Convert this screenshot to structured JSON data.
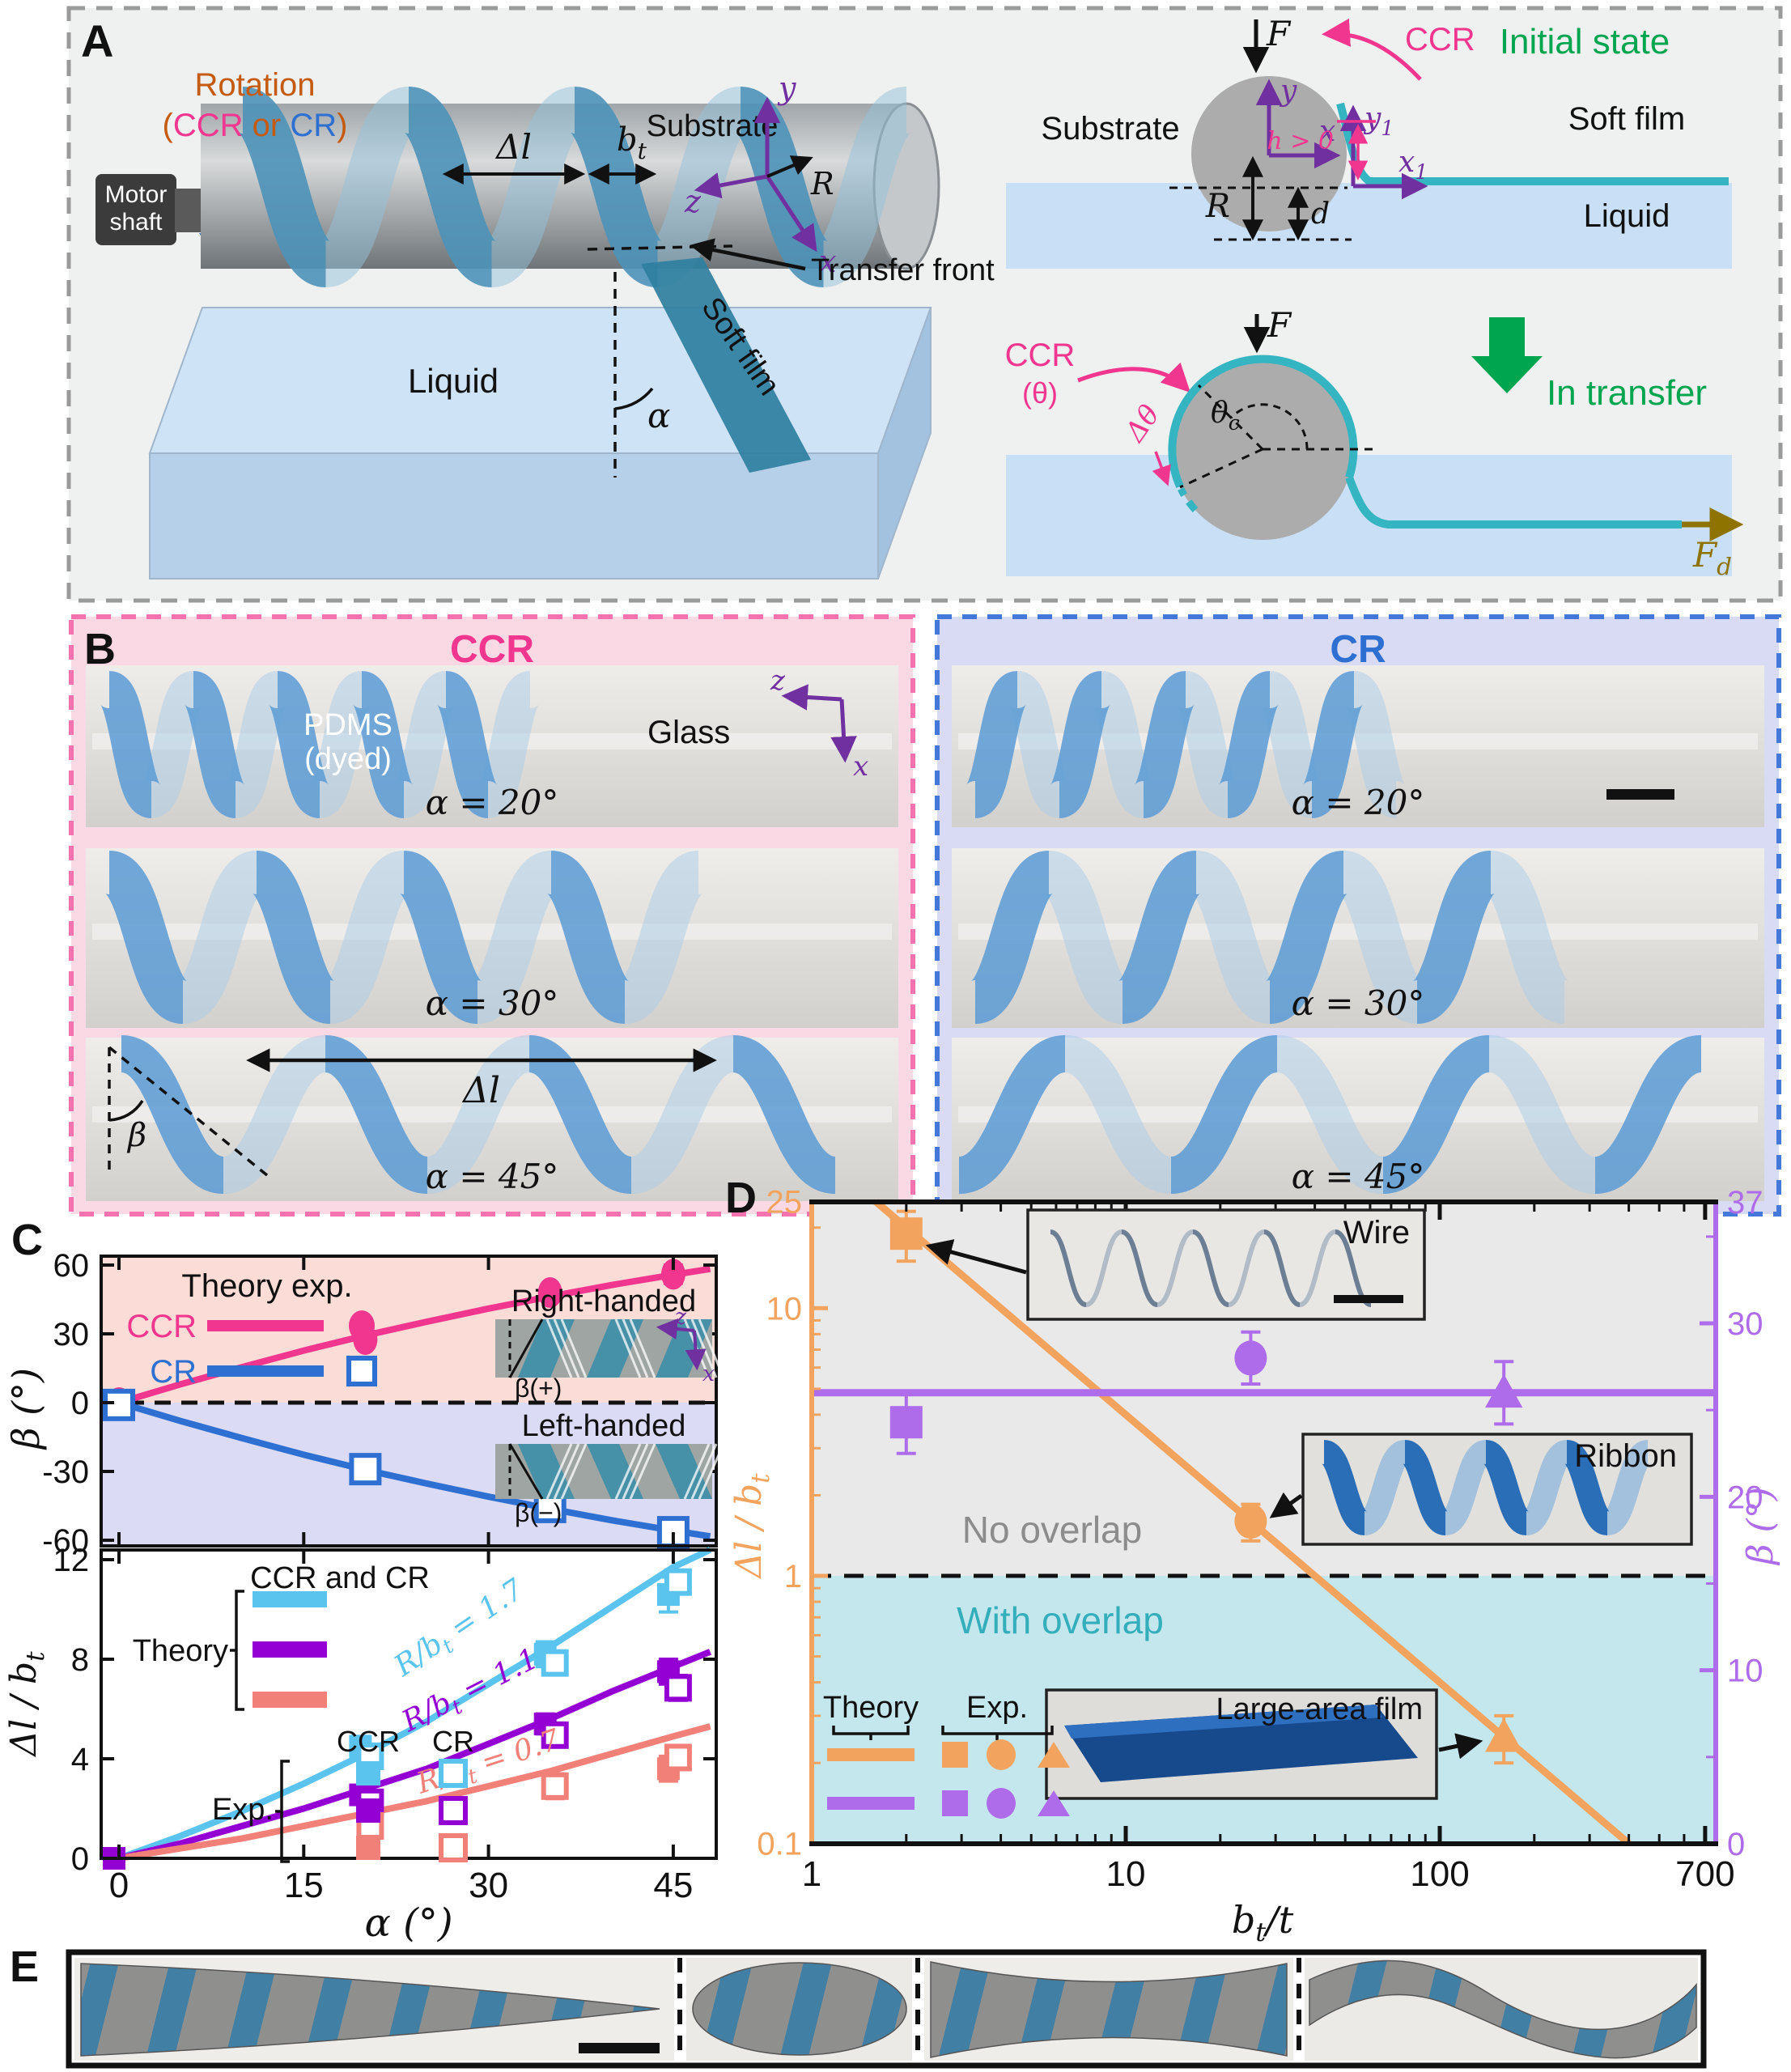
{
  "colors": {
    "ccr_pink": "#F0368E",
    "cr_blue": "#2E6FD2",
    "rotation_orange": "#C55A11",
    "green": "#00A550",
    "axis_purple": "#7030A0",
    "fd_olive": "#8F7300",
    "film_teal": "#35B5C1",
    "ccr_box_bg": "#FBD9E4",
    "ccr_box_border": "#F473AE",
    "cr_box_bg": "#D9DAF3",
    "cr_box_border": "#4479D9",
    "c_top_bg_pink": "#FBDCD6",
    "c_top_bg_lavender": "#DBDBF5",
    "cyan": "#5BC4EE",
    "purple": "#9400D3",
    "salmon": "#F08078",
    "d_orange": "#F2A35E",
    "d_purple": "#AE6CEA",
    "d_gray_bg": "#E9E9E9",
    "d_cyan_bg": "#C4E7EE",
    "no_overlap_gray": "#8C8C8C",
    "with_overlap_teal": "#35AEBB"
  },
  "a": {
    "letter": "A",
    "rotation_line1": "Rotation",
    "paren_open": "(",
    "ccr": "CCR",
    "or": " or ",
    "cr": "CR",
    "paren_close": ")",
    "motor_line1": "Motor",
    "motor_line2": "shaft",
    "substrate": "Substrate",
    "liquid": "Liquid",
    "delta_l": "Δl",
    "b_main": "b",
    "b_sub": "t",
    "transfer_front": "Transfer front",
    "soft_film": "Soft film",
    "alpha": "α",
    "axis_y": "y",
    "axis_z": "z",
    "axis_x": "x",
    "radius": "R",
    "init": {
      "F": "F",
      "ccr": "CCR",
      "title": "Initial state",
      "substrate": "Substrate",
      "x": "x",
      "y": "y",
      "x1": "x",
      "x1s": "1",
      "y1": "y",
      "y1s": "1",
      "h": "h > 0",
      "R": "R",
      "d": "d",
      "soft_film": "Soft film",
      "liquid": "Liquid"
    },
    "trans": {
      "ccr": "CCR",
      "theta": "(θ)",
      "F": "F",
      "dtheta": "Δθ",
      "theta_c": "θ",
      "theta_c_sub": "c",
      "title": "In transfer",
      "Fd": "F",
      "Fd_sub": "d"
    }
  },
  "b": {
    "letter": "B",
    "ccr_header": "CCR",
    "cr_header": "CR",
    "pdms1": "PDMS",
    "pdms2": "(dyed)",
    "glass": "Glass",
    "z": "z",
    "x": "x",
    "cap20": "α = 20°",
    "cap30": "α = 30°",
    "cap45": "α = 45°",
    "beta": "β",
    "delta_l": "Δl"
  },
  "c": {
    "letter": "C",
    "top": {
      "ylabel": "β (°)",
      "legend_header": "Theory exp.",
      "ccr": "CCR",
      "cr": "CR",
      "right_handed": "Right-handed",
      "beta_plus": "β(+)",
      "left_handed": "Left-handed",
      "beta_minus": "β(−)",
      "z": "z",
      "x": "x"
    },
    "bottom": {
      "ylabel_pre": "Δl / b",
      "ylabel_sub": "t",
      "xlabel": "α (°)",
      "legend_header": "CCR and CR",
      "theory": "Theory",
      "exp": "Exp.",
      "ccr": "CCR",
      "cr": "CR"
    }
  },
  "d": {
    "letter": "D",
    "theory": "Theory",
    "exp": "Exp.",
    "no_overlap": "No overlap",
    "with_overlap": "With overlap",
    "wire": "Wire",
    "ribbon": "Ribbon",
    "large_film": "Large-area film",
    "xlabel_pre": "b",
    "xlabel_sub": "t",
    "xlabel_post": "/t",
    "ylabel_left_pre": "Δl / b",
    "ylabel_left_sub": "t",
    "ylabel_right": "β (°)"
  },
  "e": {
    "letter": "E"
  },
  "chart_data": [
    {
      "id": "c_top",
      "type": "line",
      "xlabel": "α (°)",
      "ylabel": "β (°)",
      "xlim": [
        -1.5,
        48.5
      ],
      "ylim": [
        -63,
        63
      ],
      "xticks": [
        0,
        15,
        30,
        45
      ],
      "yticks": [
        60,
        30,
        0,
        -30,
        -60
      ],
      "grid": false,
      "legend_position": "upper-left",
      "series": [
        {
          "name": "CCR theory",
          "type": "line",
          "color_key": "ccr_pink",
          "points": [
            [
              0,
              0
            ],
            [
              5,
              8
            ],
            [
              10,
              15.5
            ],
            [
              15,
              22.7
            ],
            [
              20,
              29.3
            ],
            [
              25,
              35.3
            ],
            [
              30,
              41
            ],
            [
              35,
              46.3
            ],
            [
              40,
              51.3
            ],
            [
              45,
              55.8
            ],
            [
              48,
              58.3
            ]
          ]
        },
        {
          "name": "CR theory",
          "type": "line",
          "color_key": "cr_blue",
          "points": [
            [
              0,
              0
            ],
            [
              5,
              -8
            ],
            [
              10,
              -15.5
            ],
            [
              15,
              -22.7
            ],
            [
              20,
              -29.3
            ],
            [
              25,
              -35.3
            ],
            [
              30,
              -41
            ],
            [
              35,
              -46.3
            ],
            [
              40,
              -51.3
            ],
            [
              45,
              -55.8
            ],
            [
              48,
              -58.3
            ]
          ]
        },
        {
          "name": "CCR exp",
          "type": "scatter",
          "marker": "ellipse",
          "filled": true,
          "color_key": "ccr_pink",
          "points": [
            [
              0,
              0
            ],
            [
              20,
              27.5
            ],
            [
              35,
              48
            ],
            [
              45,
              56
            ]
          ],
          "yerr": [
            2.5,
            3.5,
            3,
            4
          ]
        },
        {
          "name": "CR exp",
          "type": "scatter",
          "marker": "square",
          "filled": false,
          "color_key": "cr_blue",
          "points": [
            [
              0,
              -1
            ],
            [
              20,
              -29
            ],
            [
              35,
              -45.5
            ],
            [
              45,
              -56.5
            ]
          ],
          "yerr": [
            2.5,
            3,
            3.5,
            4
          ]
        }
      ]
    },
    {
      "id": "c_bottom",
      "type": "line",
      "xlabel": "α (°)",
      "ylabel": "Δl/bt",
      "xlim": [
        -1.5,
        48.5
      ],
      "ylim": [
        -0.45,
        12.4
      ],
      "xticks": [
        0,
        15,
        30,
        45
      ],
      "yticks": [
        0,
        4,
        8,
        12
      ],
      "grid": false,
      "series": [
        {
          "name": "theory R/bt=1.7",
          "type": "line",
          "color_key": "cyan",
          "label": {
            "pre": "R/b",
            "sub": "t",
            "post": " = 1.7"
          },
          "points": [
            [
              0,
              0
            ],
            [
              5,
              0.9
            ],
            [
              10,
              1.9
            ],
            [
              15,
              3.0
            ],
            [
              20,
              4.2
            ],
            [
              25,
              5.5
            ],
            [
              30,
              7.0
            ],
            [
              35,
              8.5
            ],
            [
              40,
              10.1
            ],
            [
              45,
              11.7
            ],
            [
              48,
              12.4
            ]
          ]
        },
        {
          "name": "theory R/bt=1.1",
          "type": "line",
          "color_key": "purple",
          "label": {
            "pre": "R/b",
            "sub": "t",
            "post": " = 1.1"
          },
          "points": [
            [
              0,
              0
            ],
            [
              5,
              0.6
            ],
            [
              10,
              1.3
            ],
            [
              15,
              2.0
            ],
            [
              20,
              2.8
            ],
            [
              25,
              3.6
            ],
            [
              30,
              4.6
            ],
            [
              35,
              5.6
            ],
            [
              40,
              6.7
            ],
            [
              45,
              7.7
            ],
            [
              48,
              8.3
            ]
          ]
        },
        {
          "name": "theory R/bt=0.7",
          "type": "line",
          "color_key": "salmon",
          "label": {
            "pre": "R/b",
            "sub": "t",
            "post": " = 0.7"
          },
          "points": [
            [
              0,
              0
            ],
            [
              5,
              0.4
            ],
            [
              10,
              0.8
            ],
            [
              15,
              1.3
            ],
            [
              20,
              1.8
            ],
            [
              25,
              2.3
            ],
            [
              30,
              2.9
            ],
            [
              35,
              3.5
            ],
            [
              40,
              4.2
            ],
            [
              45,
              4.9
            ],
            [
              48,
              5.3
            ]
          ]
        },
        {
          "name": "CCR exp R/bt=1.7",
          "type": "scatter",
          "marker": "square",
          "filled": true,
          "color_key": "cyan",
          "points": [
            [
              0,
              0
            ],
            [
              20,
              4.5
            ],
            [
              35,
              8.2
            ],
            [
              45,
              10.6
            ]
          ],
          "yerr": [
            0.2,
            0.4,
            0.5,
            0.7
          ]
        },
        {
          "name": "CR exp R/bt=1.7",
          "type": "scatter",
          "marker": "square",
          "filled": false,
          "color_key": "cyan",
          "points": [
            [
              20,
              4.1
            ],
            [
              35,
              7.85
            ],
            [
              45,
              11.1
            ]
          ],
          "yerr": [
            0.3,
            0.3,
            0.4
          ]
        },
        {
          "name": "CCR exp R/bt=1.1",
          "type": "scatter",
          "marker": "square",
          "filled": true,
          "color_key": "purple",
          "points": [
            [
              0,
              0
            ],
            [
              20,
              2.55
            ],
            [
              35,
              5.4
            ],
            [
              45,
              7.5
            ]
          ],
          "yerr": [
            0.2,
            0.35,
            0.4,
            0.5
          ]
        },
        {
          "name": "CR exp R/bt=1.1",
          "type": "scatter",
          "marker": "square",
          "filled": false,
          "color_key": "purple",
          "points": [
            [
              20,
              2.25
            ],
            [
              35,
              4.95
            ],
            [
              45,
              6.85
            ]
          ],
          "yerr": [
            0.35,
            0.45,
            0.5
          ]
        },
        {
          "name": "CCR exp R/bt=0.7",
          "type": "scatter",
          "marker": "square",
          "filled": true,
          "color_key": "salmon",
          "points": [
            [
              45,
              3.6
            ]
          ],
          "yerr": [
            0.5
          ]
        },
        {
          "name": "CR exp R/bt=0.7",
          "type": "scatter",
          "marker": "square",
          "filled": false,
          "color_key": "salmon",
          "points": [
            [
              20,
              1.3
            ],
            [
              35,
              2.9
            ],
            [
              45,
              4.05
            ]
          ],
          "yerr": [
            0.3,
            0.5,
            0.4
          ]
        }
      ]
    },
    {
      "id": "d_plot",
      "type": "line",
      "xlabel": "bt/t",
      "ylabel_left": "Δl/bt",
      "ylabel_right": "β (°)",
      "xscale": "log",
      "xlim": [
        1,
        750
      ],
      "xticks": [
        1,
        10,
        100,
        700
      ],
      "yscale_left": "log",
      "ylim_left": [
        0.1,
        25
      ],
      "yticks_left": [
        25,
        10,
        1,
        0.1
      ],
      "ylim_right": [
        0,
        37
      ],
      "yticks_right": [
        0,
        10,
        20,
        30,
        37
      ],
      "dashed_boundary_left_y": 1,
      "region_labels": [
        "No overlap",
        "With overlap"
      ],
      "inset_labels": [
        "Wire",
        "Ribbon",
        "Large-area film"
      ],
      "series": [
        {
          "name": "Δl/bt theory",
          "axis": "left",
          "type": "line",
          "color_key": "d_orange",
          "points": [
            [
              1.6,
              25
            ],
            [
              400,
              0.1
            ]
          ]
        },
        {
          "name": "β theory",
          "axis": "right",
          "type": "line",
          "color_key": "d_purple",
          "points": [
            [
              1,
              26
            ],
            [
              750,
              26
            ]
          ]
        },
        {
          "name": "Δl/bt exp wire",
          "axis": "left",
          "type": "scatter",
          "marker": "square",
          "filled": true,
          "color_key": "d_orange",
          "points": [
            [
              2,
              19
            ]
          ],
          "yerr": [
            4
          ]
        },
        {
          "name": "Δl/bt exp ribbon",
          "axis": "left",
          "type": "scatter",
          "marker": "circle",
          "filled": true,
          "color_key": "d_orange",
          "points": [
            [
              25,
              1.6
            ]
          ],
          "yerr": [
            0.25
          ]
        },
        {
          "name": "Δl/bt exp film",
          "axis": "left",
          "type": "scatter",
          "marker": "triangle",
          "filled": true,
          "color_key": "d_orange",
          "points": [
            [
              160,
              0.25
            ]
          ],
          "yerr": [
            0.05
          ]
        },
        {
          "name": "β exp wire",
          "axis": "right",
          "type": "scatter",
          "marker": "square",
          "filled": true,
          "color_key": "d_purple",
          "points": [
            [
              2,
              24.3
            ]
          ],
          "yerr": [
            1.8
          ]
        },
        {
          "name": "β exp ribbon",
          "axis": "right",
          "type": "scatter",
          "marker": "circle",
          "filled": true,
          "color_key": "d_purple",
          "points": [
            [
              25,
              28
            ]
          ],
          "yerr": [
            1.5
          ]
        },
        {
          "name": "β exp film",
          "axis": "right",
          "type": "scatter",
          "marker": "triangle",
          "filled": true,
          "color_key": "d_purple",
          "points": [
            [
              160,
              26
            ]
          ],
          "yerr": [
            1.8
          ]
        }
      ]
    }
  ]
}
